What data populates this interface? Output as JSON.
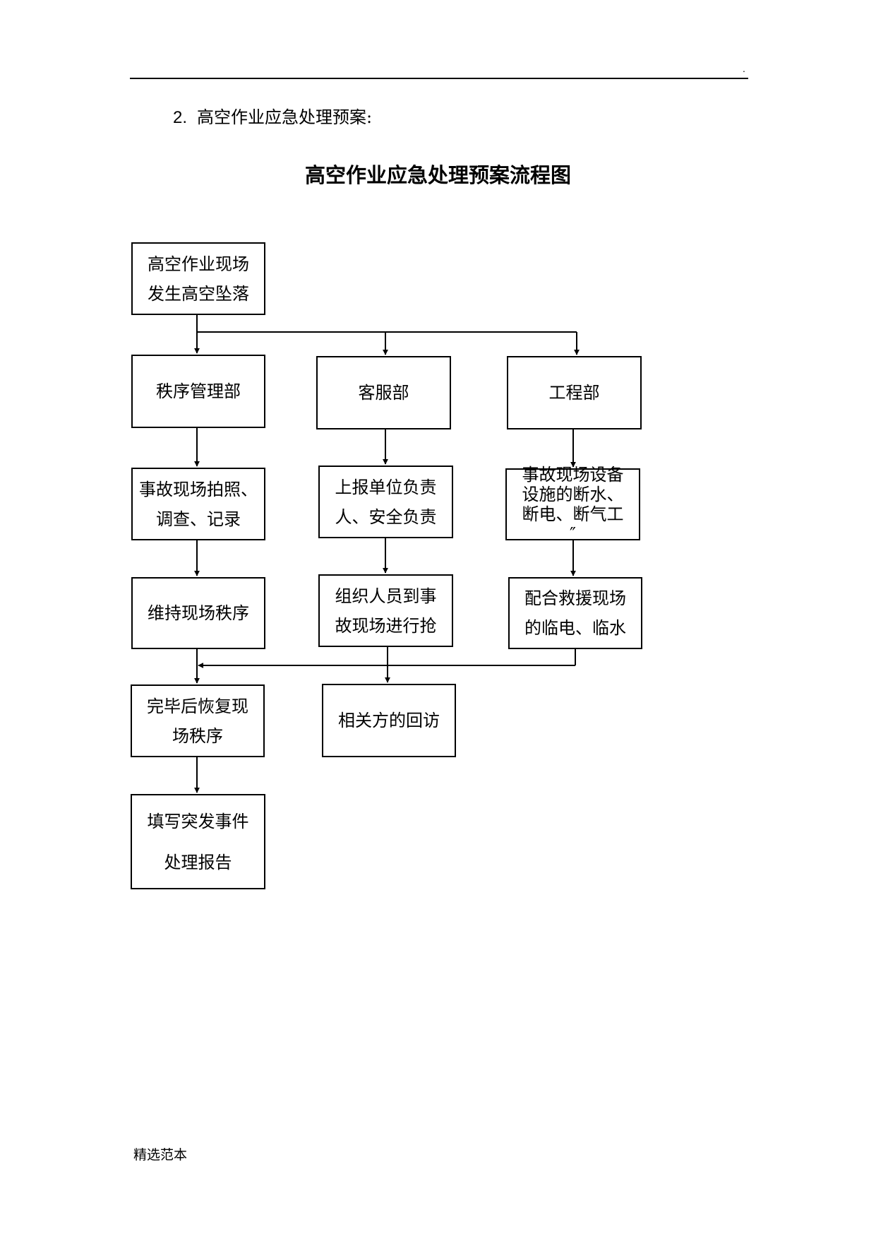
{
  "header": {
    "mark": "."
  },
  "section_heading": {
    "number": "2.",
    "text": "高空作业应急处理预案:"
  },
  "chart_title": "高空作业应急处理预案流程图",
  "flowchart": {
    "nodes": {
      "start": "高空作业现场\n发生高空坠落",
      "order_dept": "秩序管理部",
      "service_dept": "客服部",
      "engineering_dept": "工程部",
      "photo_record": "事故现场拍照、\n调查、记录",
      "report_leaders": "上报单位负责\n人、安全负责",
      "cut_utilities": "事故现场设备\n设施的断水、\n断电、断气工\n″",
      "keep_order": "维持现场秩序",
      "organize_rescue": "组织人员到事\n故现场进行抢",
      "temp_power_water": "配合救援现场\n的临电、临水",
      "restore_order": "完毕后恢复现\n场秩序",
      "follow_up": "相关方的回访",
      "fill_report": "填写突发事件\n处理报告"
    },
    "edges": [
      [
        "start",
        "order_dept"
      ],
      [
        "start",
        "service_dept"
      ],
      [
        "start",
        "engineering_dept"
      ],
      [
        "order_dept",
        "photo_record"
      ],
      [
        "service_dept",
        "report_leaders"
      ],
      [
        "engineering_dept",
        "cut_utilities"
      ],
      [
        "photo_record",
        "keep_order"
      ],
      [
        "report_leaders",
        "organize_rescue"
      ],
      [
        "cut_utilities",
        "temp_power_water"
      ],
      [
        "keep_order",
        "restore_order"
      ],
      [
        "organize_rescue",
        "restore_order"
      ],
      [
        "temp_power_water",
        "restore_order"
      ],
      [
        "organize_rescue",
        "follow_up"
      ],
      [
        "restore_order",
        "fill_report"
      ]
    ]
  },
  "footer": {
    "text": "精选范本"
  }
}
